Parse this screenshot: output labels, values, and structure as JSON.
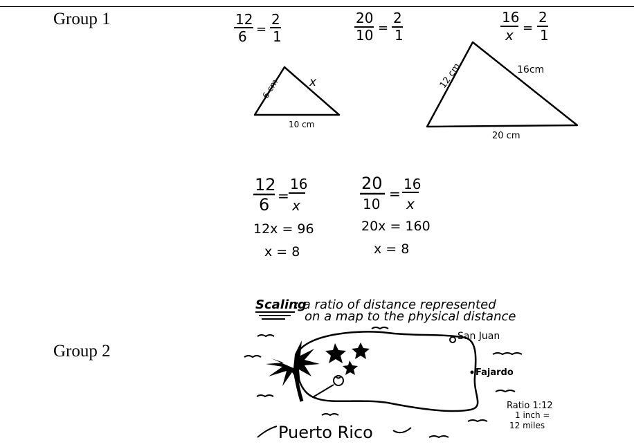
{
  "labels": {
    "group1": "Group 1",
    "group2": "Group 2"
  },
  "group1": {
    "ratios_top": [
      {
        "num": "12",
        "den": "6",
        "rnum": "2",
        "rden": "1"
      },
      {
        "num": "20",
        "den": "10",
        "rnum": "2",
        "rden": "1"
      },
      {
        "num": "16",
        "den": "x",
        "rnum": "2",
        "rden": "1"
      }
    ],
    "small_triangle": {
      "left": "6 cm",
      "right": "x",
      "bottom": "10 cm"
    },
    "large_triangle": {
      "left": "12 cm",
      "right": "16cm",
      "bottom": "20 cm"
    },
    "proportions": [
      {
        "num": "12",
        "den": "6",
        "rnum": "16",
        "rden": "x",
        "line1": "12x = 96",
        "line2": "x = 8"
      },
      {
        "num": "20",
        "den": "10",
        "rnum": "16",
        "rden": "x",
        "line1": "20x = 160",
        "line2": "x = 8"
      }
    ]
  },
  "group2": {
    "scaling_term": "Scaling",
    "scaling_line1": ": a ratio of distance represented",
    "scaling_line2": "on a map to the physical distance",
    "cities": {
      "a": "San Juan",
      "b": "Fajardo"
    },
    "ratio": {
      "line1": "Ratio 1:12",
      "line2": "1 inch =",
      "line3": "12 miles"
    },
    "island": "Puerto Rico"
  }
}
